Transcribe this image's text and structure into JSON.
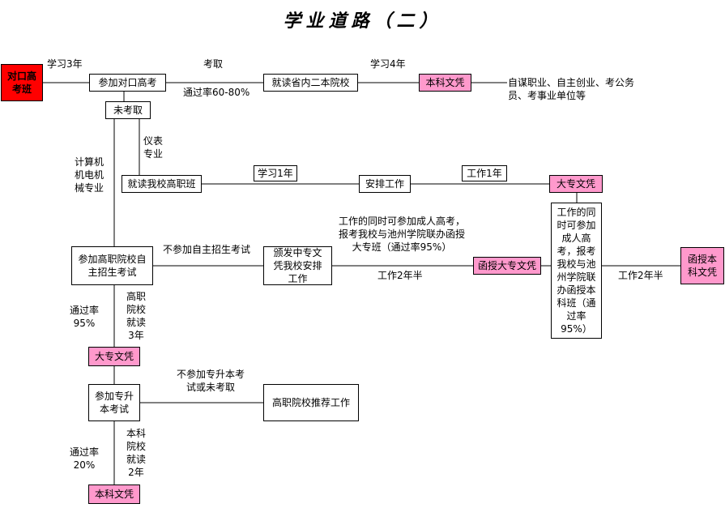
{
  "title": "学业道路（二）",
  "boxes": {
    "duikou": "对口高考班",
    "join_exam": "参加对口高考",
    "not_admitted": "未考取",
    "provincial": "就读省内二本院校",
    "bachelor_top": "本科文凭",
    "vocational_class": "就读我校高职班",
    "arrange_work": "安排工作",
    "college_top": "大专文凭",
    "self_exam": "参加高职院校自主招生考试",
    "secondary": "颁发中专文凭我校安排工作",
    "correspondence_college": "函授大专文凭",
    "adult_bachelor": "工作的同时可参加成人高考，报考我校与池州学院联办函授本科班（通过率95%）",
    "correspondence_bachelor": "函授本科文凭",
    "college_mid": "大专文凭",
    "upgrade_exam": "参加专升本考试",
    "recommend": "高职院校推荐工作",
    "bachelor_bottom": "本科文凭"
  },
  "labels": {
    "study3": "学习3年",
    "admitted": "考取",
    "pass_rate_60_80": "通过率60-80%",
    "study4": "学习4年",
    "careers": "自谋职业、自主创业、考公务员、考事业单位等",
    "instrument": "仪表专业",
    "majors": "计算机机电机械专业",
    "study1": "学习1年",
    "work1": "工作1年",
    "adult_exam": "工作的同时可参加成人高考，报考我校与池州学院联办函授大专班（通过率95%）",
    "no_self_exam": "不参加自主招生考试",
    "work2_5_mid": "工作2年半",
    "work2_5_right": "工作2年半",
    "pass95": "通过率95%",
    "study_vocational": "高职院校就读3年",
    "no_upgrade": "不参加专升本考试或未考取",
    "pass20": "通过率20%",
    "study_bachelor": "本科院校就读2年"
  }
}
